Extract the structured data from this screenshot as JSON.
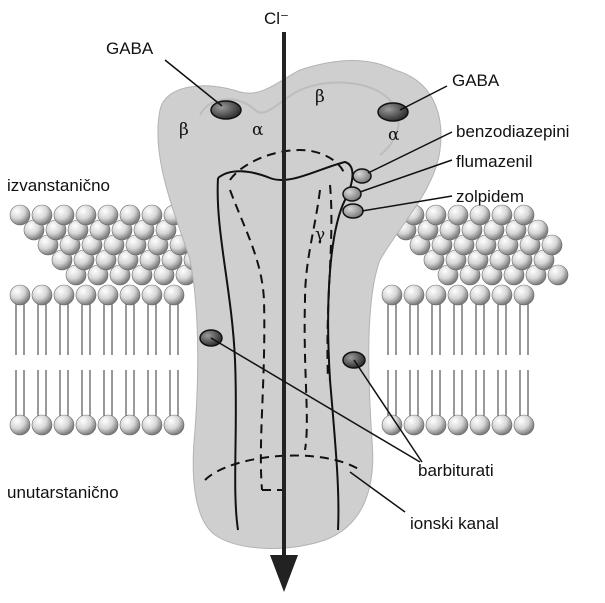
{
  "labels": {
    "chloride": "Cl⁻",
    "gaba_left": "GABA",
    "gaba_right": "GABA",
    "benzodiazepini": "benzodiazepini",
    "flumazenil": "flumazenil",
    "zolpidem": "zolpidem",
    "barbiturati": "barbiturati",
    "ionski_kanal": "ionski kanal",
    "izvanstanicno": "izvanstanično",
    "unutarstanicno": "unutarstanično"
  },
  "subunits": {
    "beta_left": "β",
    "alpha_left": "α",
    "beta_right": "β",
    "alpha_right": "α",
    "gamma": "γ"
  }
}
